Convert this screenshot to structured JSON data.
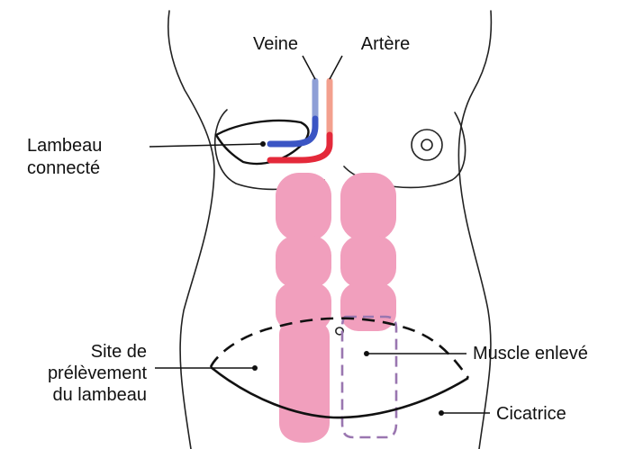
{
  "labels": {
    "veine": "Veine",
    "artere": "Artère",
    "lambeau_line1": "Lambeau",
    "lambeau_line2": "connecté",
    "site_line1": "Site de",
    "site_line2": "prélèvement",
    "site_line3": "du lambeau",
    "muscle": "Muscle enlevé",
    "cicatrice": "Cicatrice"
  },
  "colors": {
    "muscle_fill": "#f19fbd",
    "vein": "#3b55c4",
    "vein_light": "#8e9fd6",
    "artery": "#e4293a",
    "artery_light": "#f3a08e",
    "removed_muscle_outline": "#9a76b0",
    "outline": "#111111"
  }
}
